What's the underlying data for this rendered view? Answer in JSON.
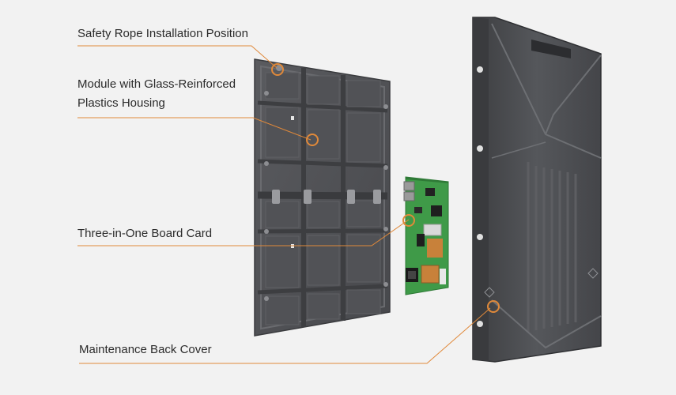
{
  "callouts": {
    "safety_rope": "Safety Rope Installation Position",
    "module_line1": "Module with Glass-Reinforced",
    "module_line2": "Plastics Housing",
    "board_card": "Three-in-One Board Card",
    "back_cover": "Maintenance Back Cover"
  },
  "colors": {
    "background": "#f2f2f2",
    "leader_line": "#e0893a",
    "panel_dark": "#4a4b4e",
    "pcb_green": "#3f9a48"
  }
}
